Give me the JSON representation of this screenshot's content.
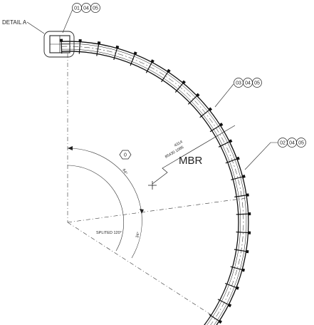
{
  "detail_label": "DETAIL A",
  "callouts": [
    {
      "id": "top",
      "refs": [
        "01",
        "04",
        "05"
      ]
    },
    {
      "id": "upper-right",
      "refs": [
        "03",
        "04",
        "05"
      ]
    },
    {
      "id": "right",
      "refs": [
        "02",
        "04",
        "05"
      ]
    }
  ],
  "hex_marker": "0",
  "mbr_label": "MBR",
  "radius_dim": {
    "line1": "4314",
    "line2": "85430  1086"
  },
  "angle_labels": {
    "inner": "64°",
    "split": "SPLITED 120°",
    "lower": "34°"
  },
  "line_color": "#111111"
}
